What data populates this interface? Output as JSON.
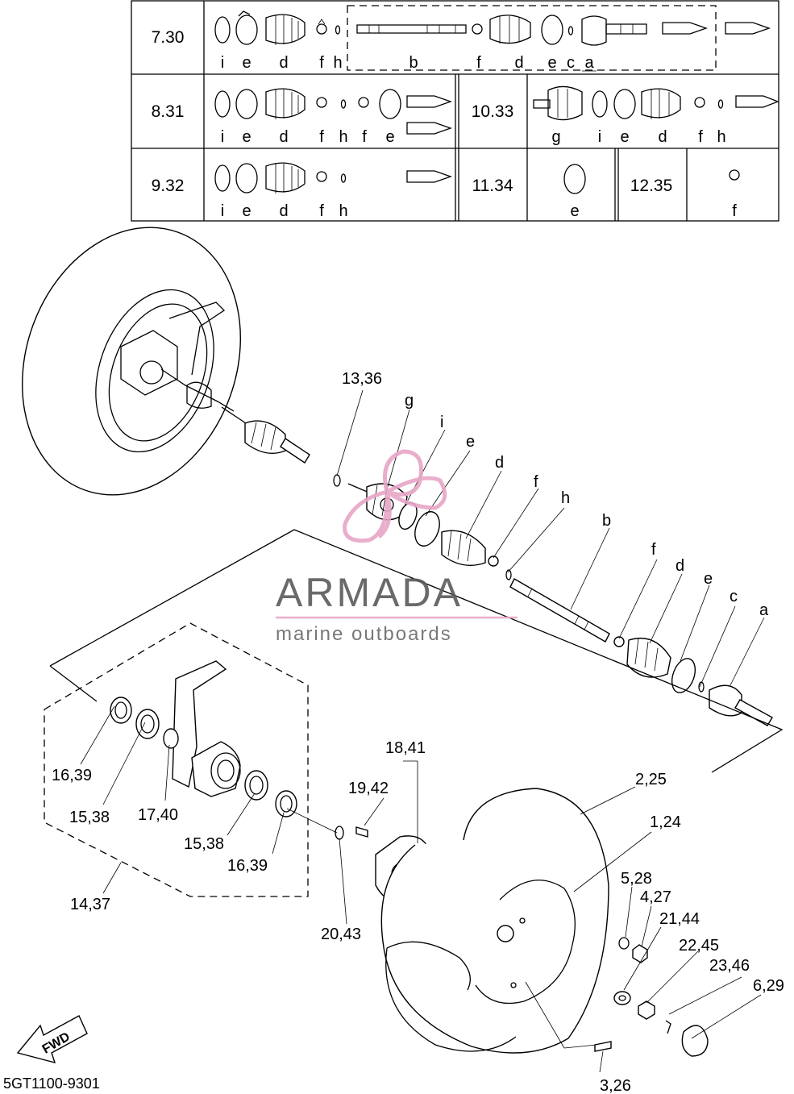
{
  "table": {
    "rows": [
      {
        "ref": "7.30",
        "letters": [
          "i",
          "e",
          "d",
          "f",
          "h",
          "b",
          "f",
          "d",
          "e",
          "c",
          "a"
        ]
      },
      {
        "ref": "8.31",
        "letters": [
          "i",
          "e",
          "d",
          "f",
          "h",
          "f",
          "e"
        ]
      },
      {
        "ref": "9.32",
        "letters": [
          "i",
          "e",
          "d",
          "f",
          "h"
        ]
      }
    ],
    "side_cells": [
      {
        "ref": "10.33",
        "letters": [
          "g",
          "i",
          "e",
          "d",
          "f",
          "h"
        ]
      },
      {
        "ref": "11.34",
        "letters": [
          "e"
        ]
      },
      {
        "ref": "12.35",
        "letters": [
          "f"
        ]
      }
    ]
  },
  "callouts": {
    "c13_36": "13,36",
    "g": "g",
    "i": "i",
    "e": "e",
    "d": "d",
    "f": "f",
    "h": "h",
    "b": "b",
    "f2": "f",
    "d2": "d",
    "e2": "e",
    "c": "c",
    "a": "a",
    "c16_39a": "16,39",
    "c15_38a": "15,38",
    "c17_40": "17,40",
    "c15_38b": "15,38",
    "c16_39b": "16,39",
    "c14_37": "14,37",
    "c18_41": "18,41",
    "c19_42": "19,42",
    "c20_43": "20,43",
    "c2_25": "2,25",
    "c1_24": "1,24",
    "c5_28": "5,28",
    "c4_27": "4,27",
    "c21_44": "21,44",
    "c22_45": "22,45",
    "c23_46": "23,46",
    "c6_29": "6,29",
    "c3_26": "3,26"
  },
  "watermark": {
    "brand": "ARMADA",
    "tagline": "marine outboards",
    "accent": "#e8a6c8",
    "text_color": "#5a5a5a"
  },
  "fwd_label": "FWD",
  "diagram_code": "5GT1100-9301"
}
